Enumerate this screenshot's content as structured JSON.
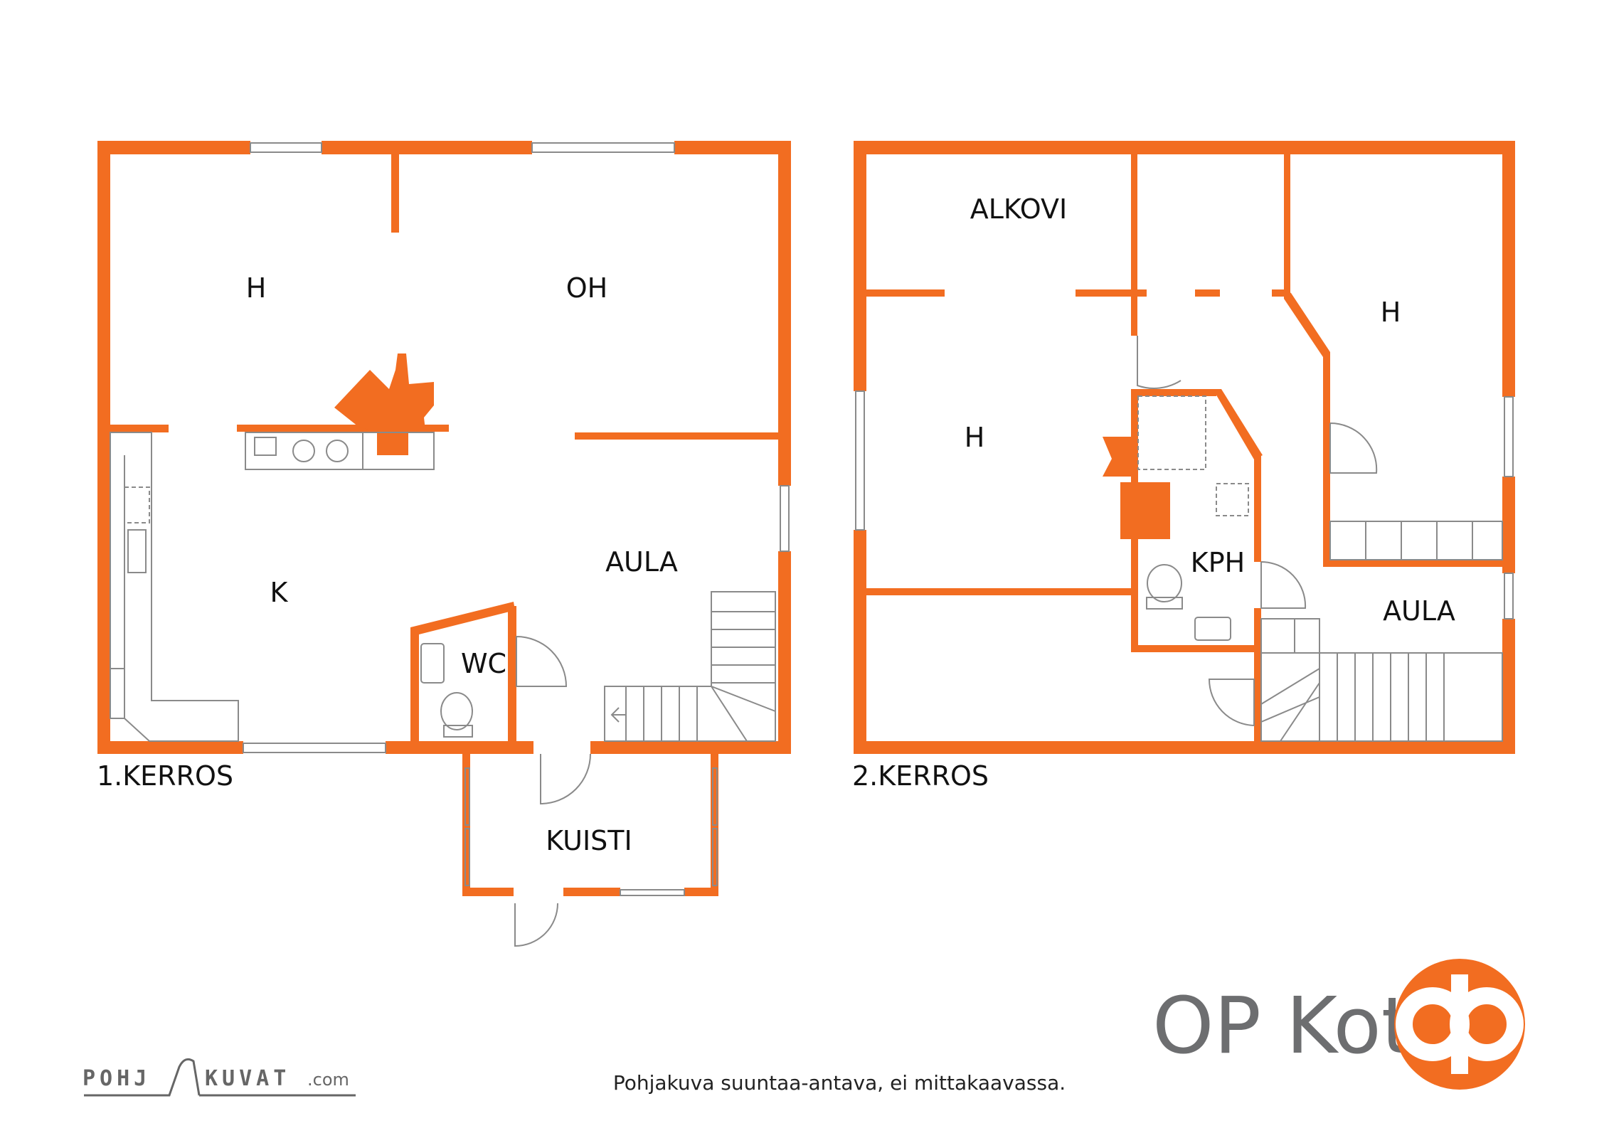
{
  "colors": {
    "wall": "#f26d21",
    "line": "#8a8a8a",
    "text": "#111111",
    "brand_grey": "#6d6e70"
  },
  "floor1": {
    "label": "1.KERROS",
    "rooms": {
      "h": "H",
      "oh": "OH",
      "k": "K",
      "aula": "AULA",
      "wc": "WC",
      "kuisti": "KUISTI"
    }
  },
  "floor2": {
    "label": "2.KERROS",
    "rooms": {
      "alkovi": "ALKOVI",
      "h_left": "H",
      "h_right": "H",
      "kph": "KPH",
      "aula": "AULA"
    }
  },
  "brand": {
    "name": "OP Koti",
    "logo_icon": "op-logo-icon"
  },
  "footer": {
    "disclaimer": "Pohjakuva suuntaa-antava, ei mittakaavassa.",
    "pohjakuvat_left": "POHJ",
    "pohjakuvat_right": "KUVAT",
    "pohjakuvat_domain": ".com"
  }
}
